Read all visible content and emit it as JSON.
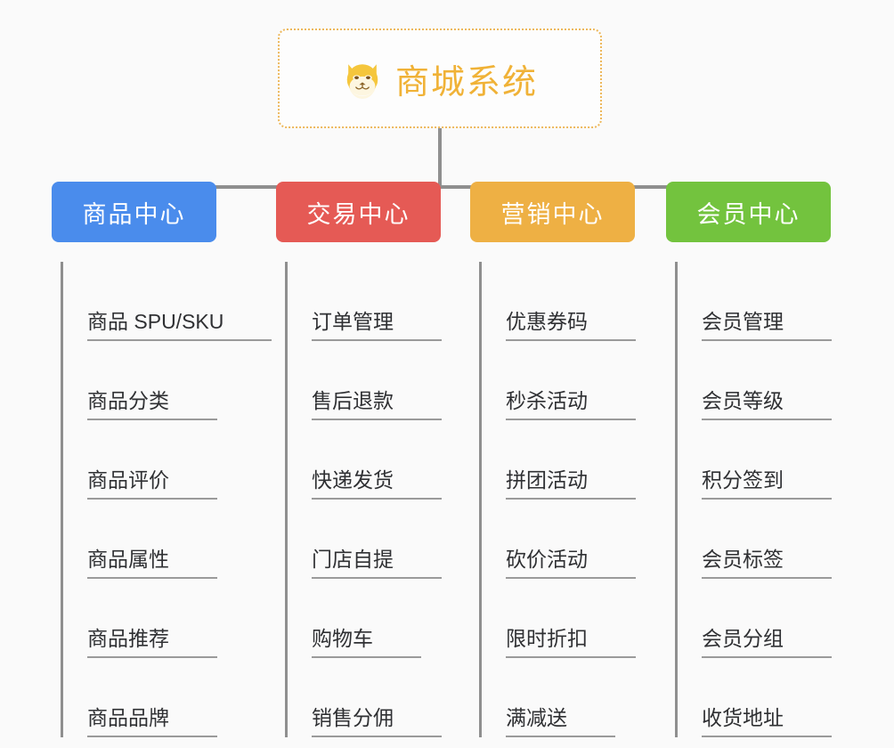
{
  "root": {
    "icon": "shiba-dog-emoji",
    "icon_glyph": "🐶",
    "title": "商城系统",
    "title_color": "#f0b237",
    "border_color": "#edb85c"
  },
  "connector_color": "#8f8f8f",
  "background": "#fafafa",
  "columns": [
    {
      "id": "product-center",
      "title": "商品中心",
      "color": "#4a8cec",
      "items": [
        "商品 SPU/SKU",
        "商品分类",
        "商品评价",
        "商品属性",
        "商品推荐",
        "商品品牌"
      ]
    },
    {
      "id": "trade-center",
      "title": "交易中心",
      "color": "#e55a55",
      "items": [
        "订单管理",
        "售后退款",
        "快递发货",
        "门店自提",
        "购物车",
        "销售分佣"
      ]
    },
    {
      "id": "marketing-center",
      "title": "营销中心",
      "color": "#eeb044",
      "items": [
        "优惠券码",
        "秒杀活动",
        "拼团活动",
        "砍价活动",
        "限时折扣",
        "满减送"
      ]
    },
    {
      "id": "member-center",
      "title": "会员中心",
      "color": "#73c33e",
      "items": [
        "会员管理",
        "会员等级",
        "积分签到",
        "会员标签",
        "会员分组",
        "收货地址"
      ]
    }
  ]
}
